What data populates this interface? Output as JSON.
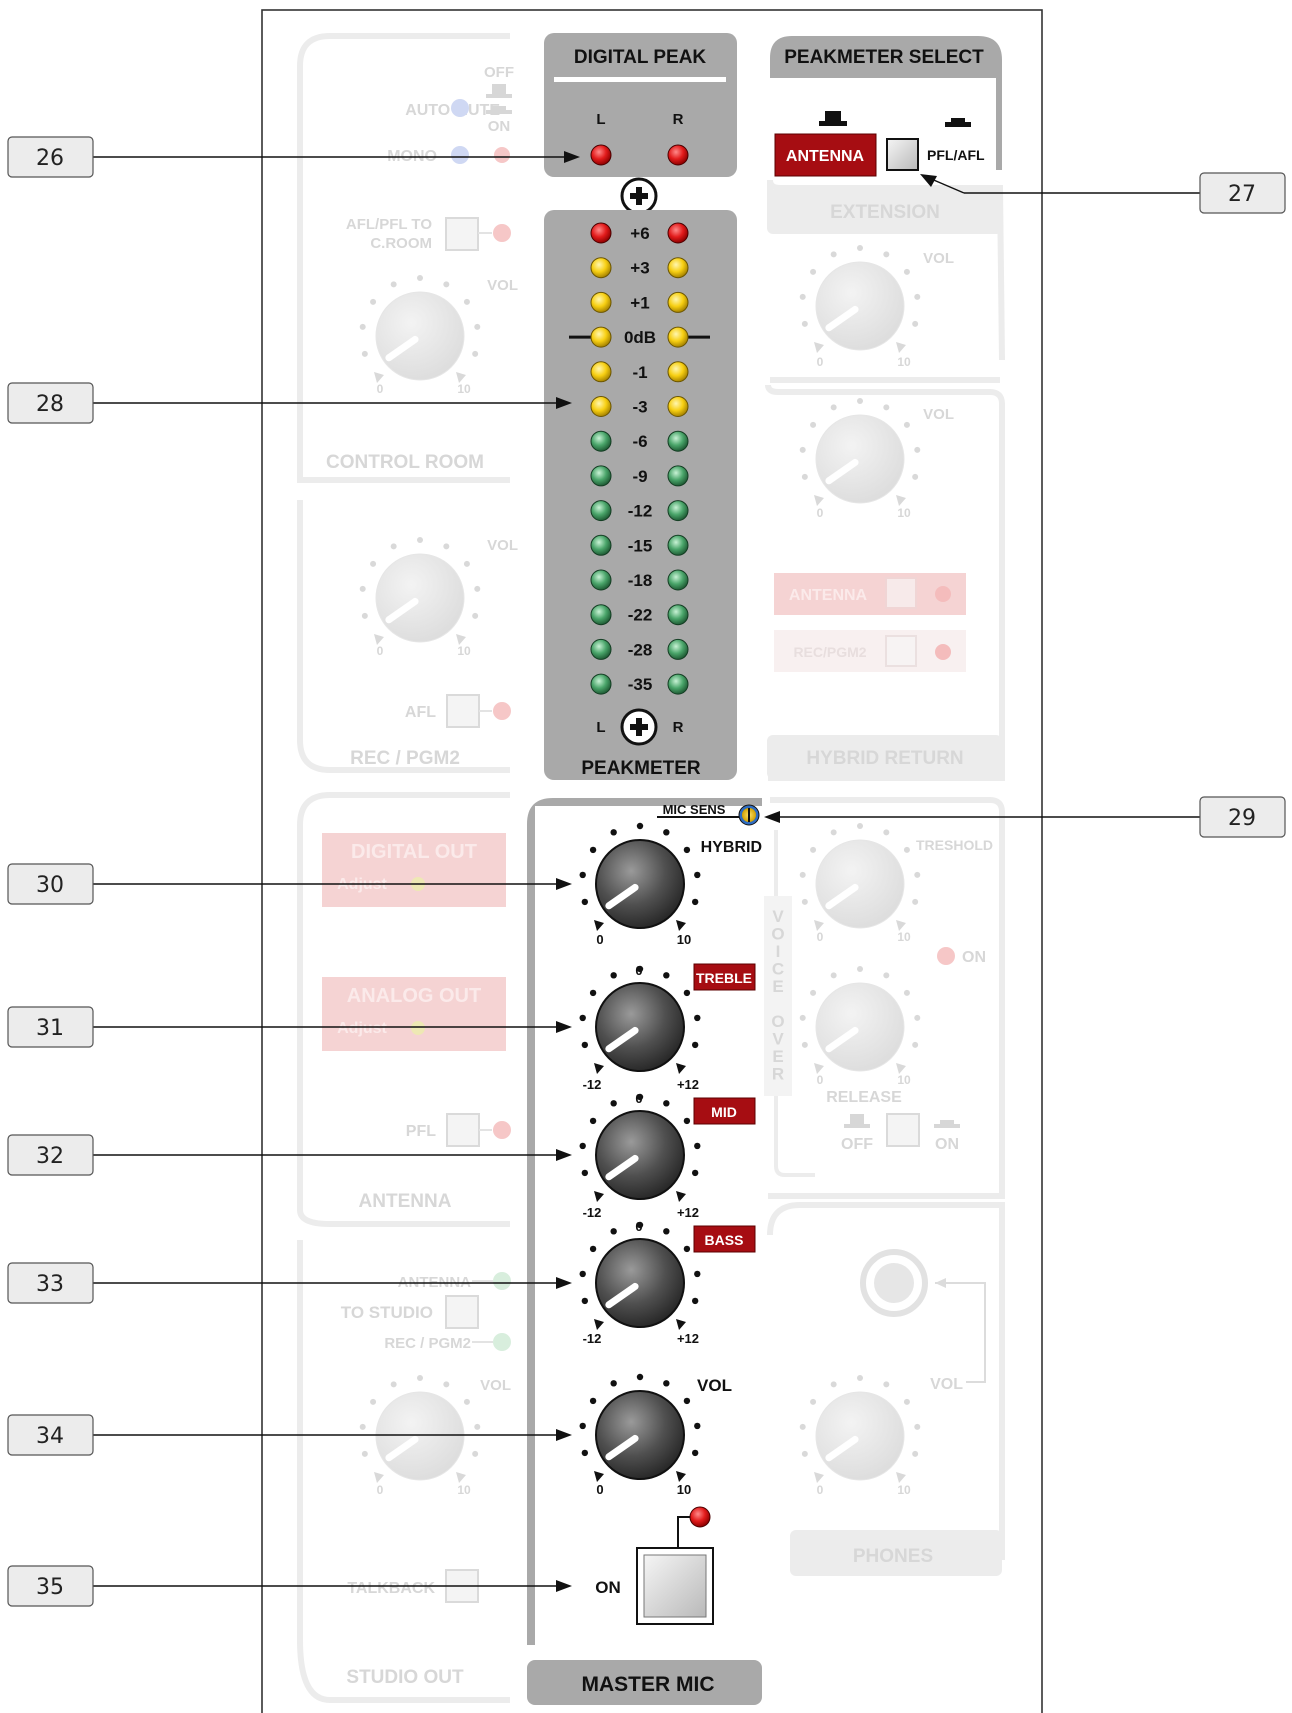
{
  "panel": {
    "digital_peak": {
      "title": "DIGITAL PEAK",
      "left": "L",
      "right": "R"
    },
    "peakmeter_select": {
      "title": "PEAKMETER SELECT",
      "antenna": "ANTENNA",
      "pfl_afl": "PFL/AFL"
    },
    "peakmeter": {
      "title": "PEAKMETER",
      "left": "L",
      "right": "R",
      "scale": [
        {
          "label": "+6",
          "color": "red"
        },
        {
          "label": "+3",
          "color": "yellow"
        },
        {
          "label": "+1",
          "color": "yellow"
        },
        {
          "label": "0dB",
          "color": "yellow"
        },
        {
          "label": "-1",
          "color": "yellow"
        },
        {
          "label": "-3",
          "color": "yellow"
        },
        {
          "label": "-6",
          "color": "green"
        },
        {
          "label": "-9",
          "color": "green"
        },
        {
          "label": "-12",
          "color": "green"
        },
        {
          "label": "-15",
          "color": "green"
        },
        {
          "label": "-18",
          "color": "green"
        },
        {
          "label": "-22",
          "color": "green"
        },
        {
          "label": "-28",
          "color": "green"
        },
        {
          "label": "-35",
          "color": "green"
        }
      ]
    },
    "master_mic": {
      "title": "MASTER MIC",
      "mic_sens": "MIC SENS",
      "hybrid": {
        "label": "HYBRID",
        "min": "0",
        "max": "10"
      },
      "treble": {
        "label": "TREBLE",
        "min": "-12",
        "mid": "0",
        "max": "+12"
      },
      "mid": {
        "label": "MID",
        "min": "-12",
        "mid": "0",
        "max": "+12"
      },
      "bass": {
        "label": "BASS",
        "min": "-12",
        "mid": "0",
        "max": "+12"
      },
      "vol": {
        "label": "VOL",
        "min": "0",
        "max": "10"
      },
      "on": "ON"
    },
    "ghost": {
      "auto_mute": "AUTO MUTE",
      "off": "OFF",
      "on": "ON",
      "mono": "MONO",
      "afl_pfl_to": "AFL/PFL TO",
      "c_room": "C.ROOM",
      "vol": "VOL",
      "zero": "0",
      "ten": "10",
      "control_room": "CONTROL ROOM",
      "afl": "AFL",
      "rec_pgm2_section": "REC / PGM2",
      "digital_out": "DIGITAL OUT",
      "analog_out": "ANALOG OUT",
      "adjust": "Adjust",
      "pfl": "PFL",
      "antenna_section": "ANTENNA",
      "antenna": "ANTENNA",
      "to_studio": "TO STUDIO",
      "rec_pgm2": "REC / PGM2",
      "talkback": "TALKBACK",
      "studio_out": "STUDIO OUT",
      "extension": "EXTENSION",
      "hybrid_return": "HYBRID RETURN",
      "rec_pgm2_btn": "REC/PGM2",
      "treshold": "TRESHOLD",
      "release": "RELEASE",
      "voice_over": [
        "V",
        "O",
        "I",
        "C",
        "E",
        "",
        "O",
        "V",
        "E",
        "R"
      ],
      "phones": "PHONES"
    }
  },
  "callouts": [
    "26",
    "27",
    "28",
    "29",
    "30",
    "31",
    "32",
    "33",
    "34",
    "35"
  ]
}
